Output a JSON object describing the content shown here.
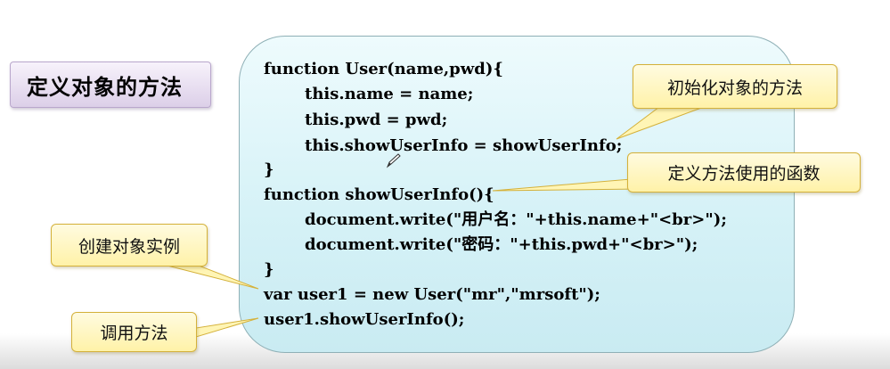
{
  "title": "定义对象的方法",
  "code_lines": [
    "function User(name,pwd){",
    "this.name = name;",
    "this.pwd = pwd;",
    "this.showUserInfo = showUserInfo;",
    "}",
    "function showUserInfo(){",
    "document.write(\"用户名：\"+this.name+\"<br>\");",
    "document.write(\"密码：\"+this.pwd+\"<br>\");",
    "}",
    "var user1 = new User(\"mr\",\"mrsoft\");",
    "user1.showUserInfo();"
  ],
  "callouts": {
    "init_method": "初始化对象的方法",
    "define_function": "定义方法使用的函数",
    "create_instance": "创建对象实例",
    "call_method": "调用方法"
  },
  "colors": {
    "code_bg": "#d6f2f7",
    "callout_bg": "#fff2a8",
    "title_bg": "#dccfe8"
  },
  "icons": {
    "cursor": "pen-cursor-icon"
  }
}
